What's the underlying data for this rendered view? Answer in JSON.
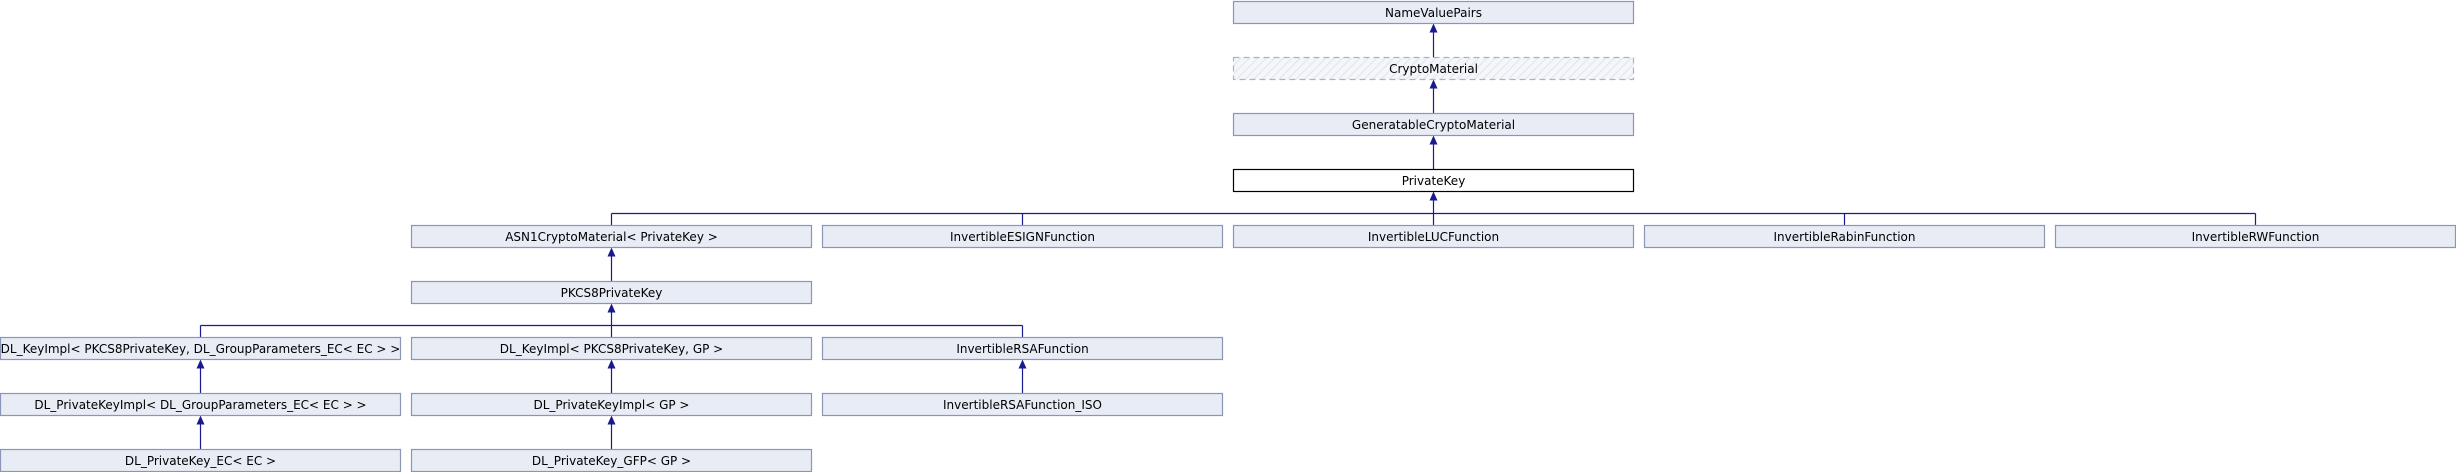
{
  "diagram": {
    "nodes": [
      {
        "id": "name-value-pairs",
        "label": "NameValuePairs"
      },
      {
        "id": "crypto-material",
        "label": "CryptoMaterial",
        "style": "virtual"
      },
      {
        "id": "generatable-crypto-material",
        "label": "GeneratableCryptoMaterial"
      },
      {
        "id": "private-key",
        "label": "PrivateKey",
        "style": "current"
      },
      {
        "id": "asn1-crypto-material",
        "label": "ASN1CryptoMaterial< PrivateKey >"
      },
      {
        "id": "invertible-esign-function",
        "label": "InvertibleESIGNFunction"
      },
      {
        "id": "invertible-luc-function",
        "label": "InvertibleLUCFunction"
      },
      {
        "id": "invertible-rabin-function",
        "label": "InvertibleRabinFunction"
      },
      {
        "id": "invertible-rw-function",
        "label": "InvertibleRWFunction"
      },
      {
        "id": "pkcs8-private-key",
        "label": "PKCS8PrivateKey"
      },
      {
        "id": "dl-keyimpl-ec",
        "label": "DL_KeyImpl< PKCS8PrivateKey, DL_GroupParameters_EC< EC > >"
      },
      {
        "id": "dl-keyimpl-gp",
        "label": "DL_KeyImpl< PKCS8PrivateKey, GP >"
      },
      {
        "id": "invertible-rsa-function",
        "label": "InvertibleRSAFunction"
      },
      {
        "id": "dl-privatekeyimpl-ec",
        "label": "DL_PrivateKeyImpl< DL_GroupParameters_EC< EC > >"
      },
      {
        "id": "dl-privatekeyimpl-gp",
        "label": "DL_PrivateKeyImpl< GP >"
      },
      {
        "id": "invertible-rsa-function-iso",
        "label": "InvertibleRSAFunction_ISO"
      },
      {
        "id": "dl-privatekey-ec",
        "label": "DL_PrivateKey_EC< EC >"
      },
      {
        "id": "dl-privatekey-gfp",
        "label": "DL_PrivateKey_GFP< GP >"
      }
    ],
    "edges": [
      {
        "from": "crypto-material",
        "to": "name-value-pairs"
      },
      {
        "from": "generatable-crypto-material",
        "to": "crypto-material"
      },
      {
        "from": "private-key",
        "to": "generatable-crypto-material"
      },
      {
        "from": "asn1-crypto-material",
        "to": "private-key"
      },
      {
        "from": "invertible-esign-function",
        "to": "private-key"
      },
      {
        "from": "invertible-luc-function",
        "to": "private-key"
      },
      {
        "from": "invertible-rabin-function",
        "to": "private-key"
      },
      {
        "from": "invertible-rw-function",
        "to": "private-key"
      },
      {
        "from": "pkcs8-private-key",
        "to": "asn1-crypto-material"
      },
      {
        "from": "dl-keyimpl-ec",
        "to": "pkcs8-private-key"
      },
      {
        "from": "dl-keyimpl-gp",
        "to": "pkcs8-private-key"
      },
      {
        "from": "invertible-rsa-function",
        "to": "pkcs8-private-key"
      },
      {
        "from": "dl-privatekeyimpl-ec",
        "to": "dl-keyimpl-ec"
      },
      {
        "from": "dl-privatekeyimpl-gp",
        "to": "dl-keyimpl-gp"
      },
      {
        "from": "invertible-rsa-function-iso",
        "to": "invertible-rsa-function"
      },
      {
        "from": "dl-privatekey-ec",
        "to": "dl-privatekeyimpl-ec"
      },
      {
        "from": "dl-privatekey-gfp",
        "to": "dl-privatekeyimpl-gp"
      }
    ]
  }
}
